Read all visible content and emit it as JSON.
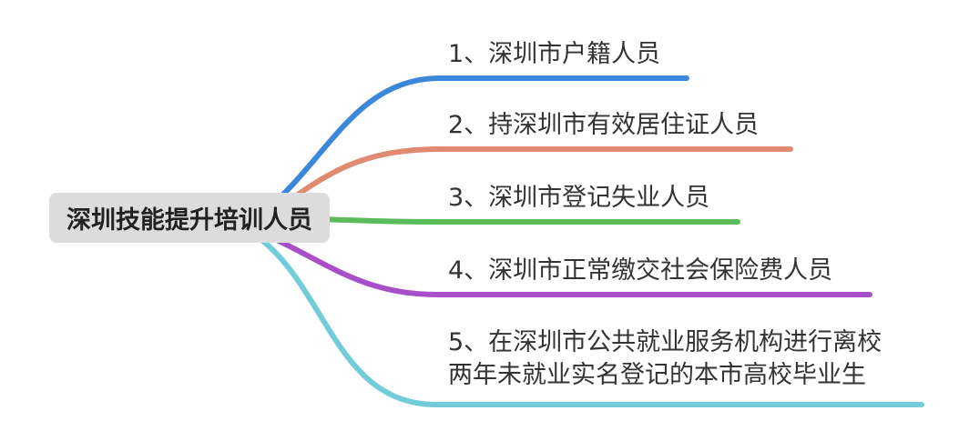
{
  "root": {
    "label": "深圳技能提升培训人员"
  },
  "branches": [
    {
      "label": "1、深圳市户籍人员",
      "color": "#3b87d9"
    },
    {
      "label": "2、持深圳市有效居住证人员",
      "color": "#e08a72"
    },
    {
      "label": "3、深圳市登记失业人员",
      "color": "#5cbc5c"
    },
    {
      "label": "4、深圳市正常缴交社会保险费人员",
      "color": "#a64fc9"
    },
    {
      "label_line1": "5、在深圳市公共就业服务机构进行离校",
      "label_line2": "两年未就业实名登记的本市高校毕业生",
      "color": "#72ccd9"
    }
  ]
}
